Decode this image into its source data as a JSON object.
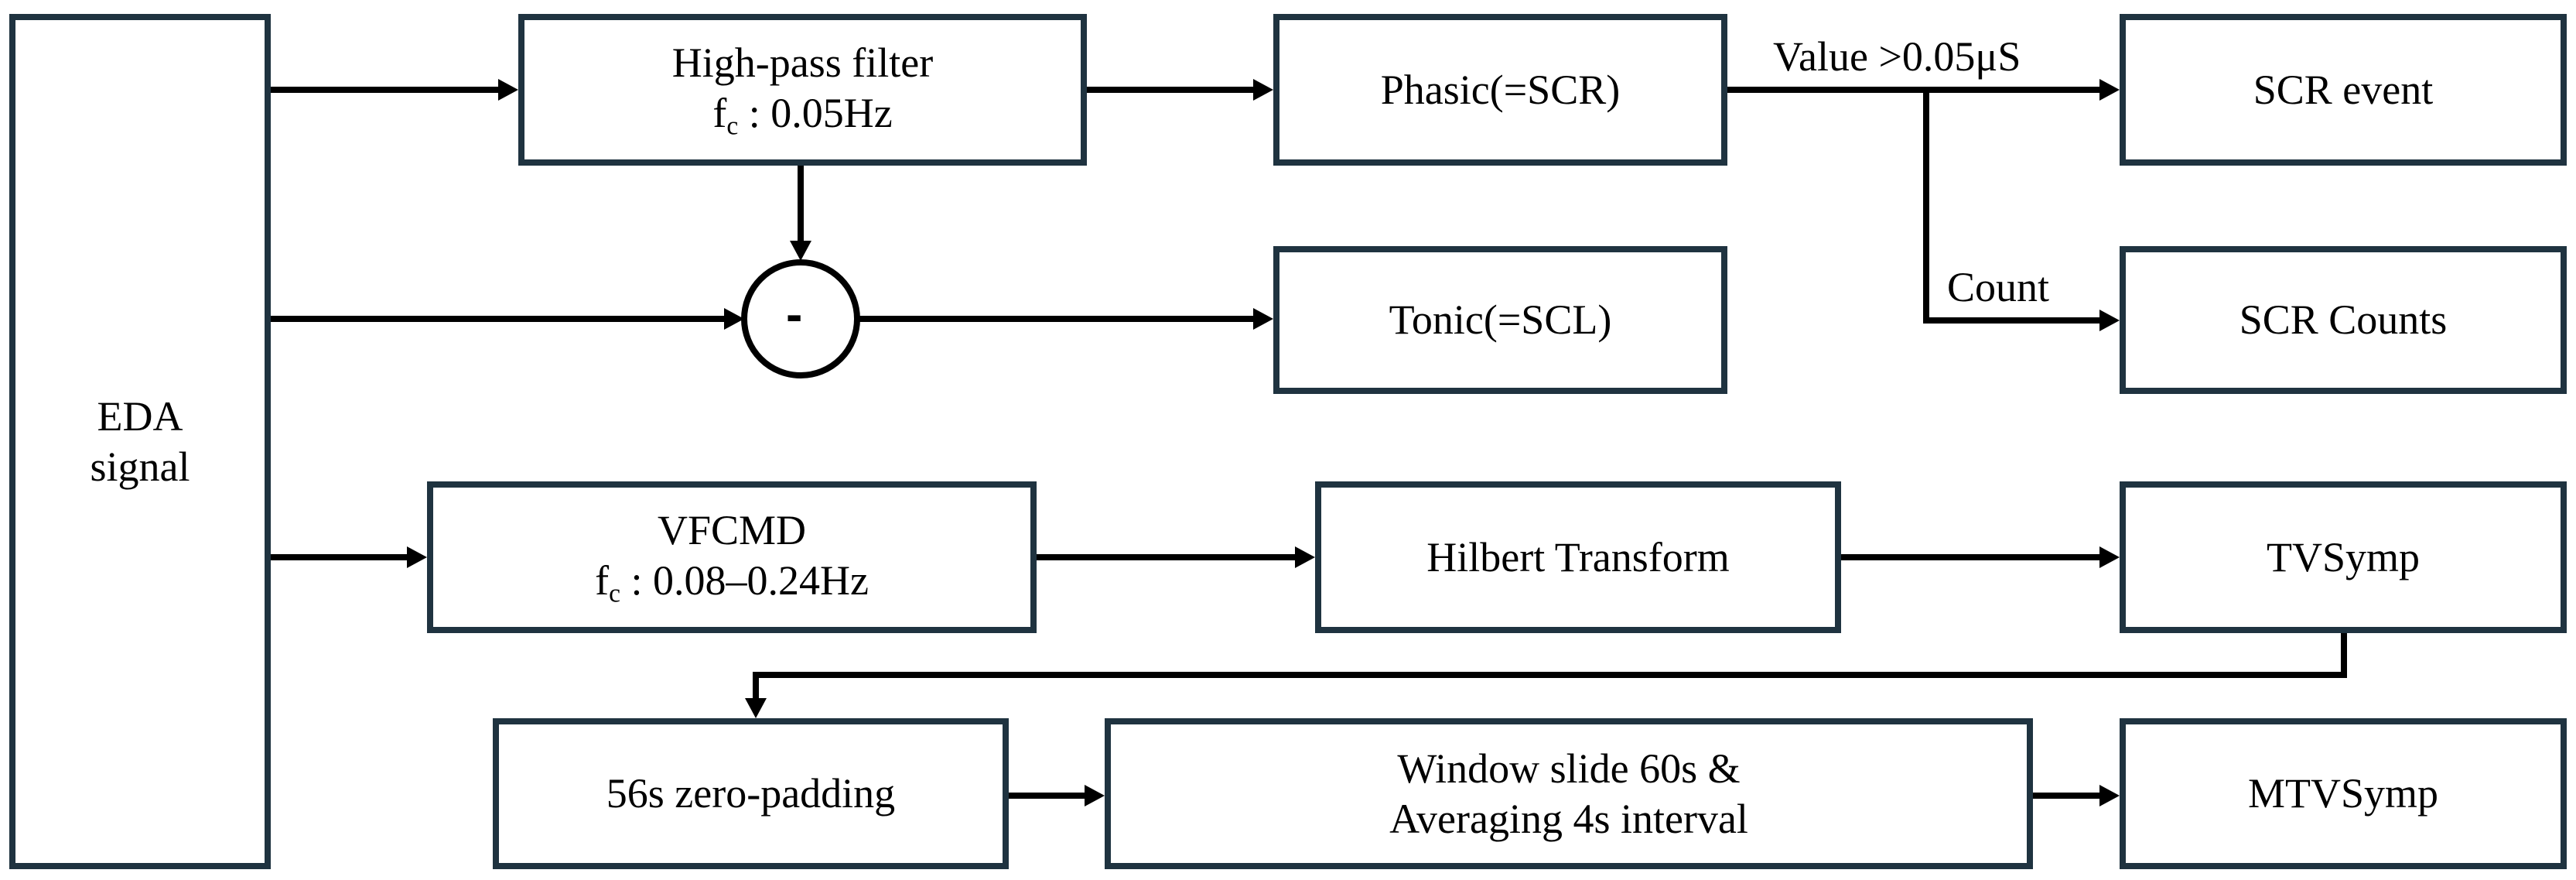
{
  "blocks": {
    "eda": {
      "line1": "EDA",
      "line2": "signal"
    },
    "highpass": {
      "line1": "High-pass  filter",
      "fc_symbol": "f",
      "fc_sub": "c",
      "fc_value": " : 0.05Hz"
    },
    "phasic": {
      "label": "Phasic(=SCR)"
    },
    "scr_event": {
      "label": "SCR event"
    },
    "tonic": {
      "label": "Tonic(=SCL)"
    },
    "scr_counts": {
      "label": "SCR Counts"
    },
    "vfcmd": {
      "line1": "VFCMD",
      "fc_symbol": "f",
      "fc_sub": "c",
      "fc_value": " : 0.08–0.24Hz"
    },
    "hilbert": {
      "label": "Hilbert  Transform"
    },
    "tvsymp": {
      "label": "TVSymp"
    },
    "zeropad": {
      "label": "56s zero-padding"
    },
    "window": {
      "line1": "Window slide 60s &",
      "line2": "Averaging  4s interval"
    },
    "mtvsymp": {
      "label": "MTVSymp"
    }
  },
  "operators": {
    "subtract": "-"
  },
  "edge_labels": {
    "threshold": "Value >0.05μS",
    "count": "Count"
  },
  "colors": {
    "box_border": "#1f3340",
    "arrow": "#000000",
    "text": "#000000"
  }
}
